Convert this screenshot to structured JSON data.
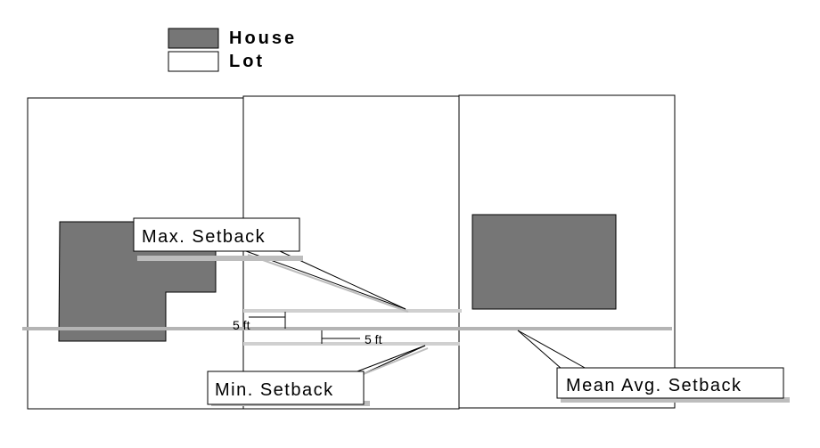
{
  "legend": {
    "items": [
      {
        "label": "House",
        "color": "#767676"
      },
      {
        "label": "Lot",
        "color": "#ffffff"
      }
    ]
  },
  "callouts": {
    "max_setback": "Max. Setback",
    "min_setback": "Min. Setback",
    "mean_avg_setback": "Mean Avg. Setback"
  },
  "dimensions": {
    "upper_offset": "5 ft",
    "lower_offset": "5  ft"
  },
  "colors": {
    "house": "#767676",
    "setback_line": "#b4b4b4",
    "setback_band": "#d0d0d0",
    "stroke": "#000000",
    "shadow": "#bdbdbd"
  }
}
